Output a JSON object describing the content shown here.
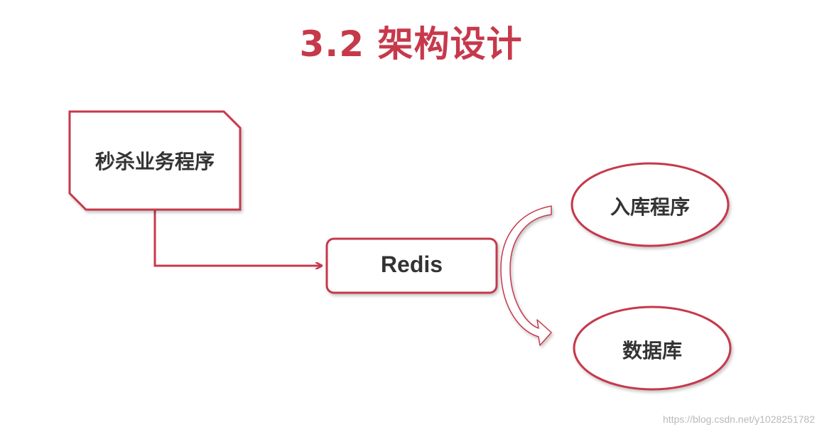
{
  "title": "3.2 架构设计",
  "nodes": {
    "seckill_app": "秒杀业务程序",
    "redis": "Redis",
    "import_app": "入库程序",
    "database": "数据库"
  },
  "watermark": "https://blog.csdn.net/y1028251782",
  "colors": {
    "accent": "#c6394b",
    "text": "#333333",
    "background": "#ffffff"
  }
}
